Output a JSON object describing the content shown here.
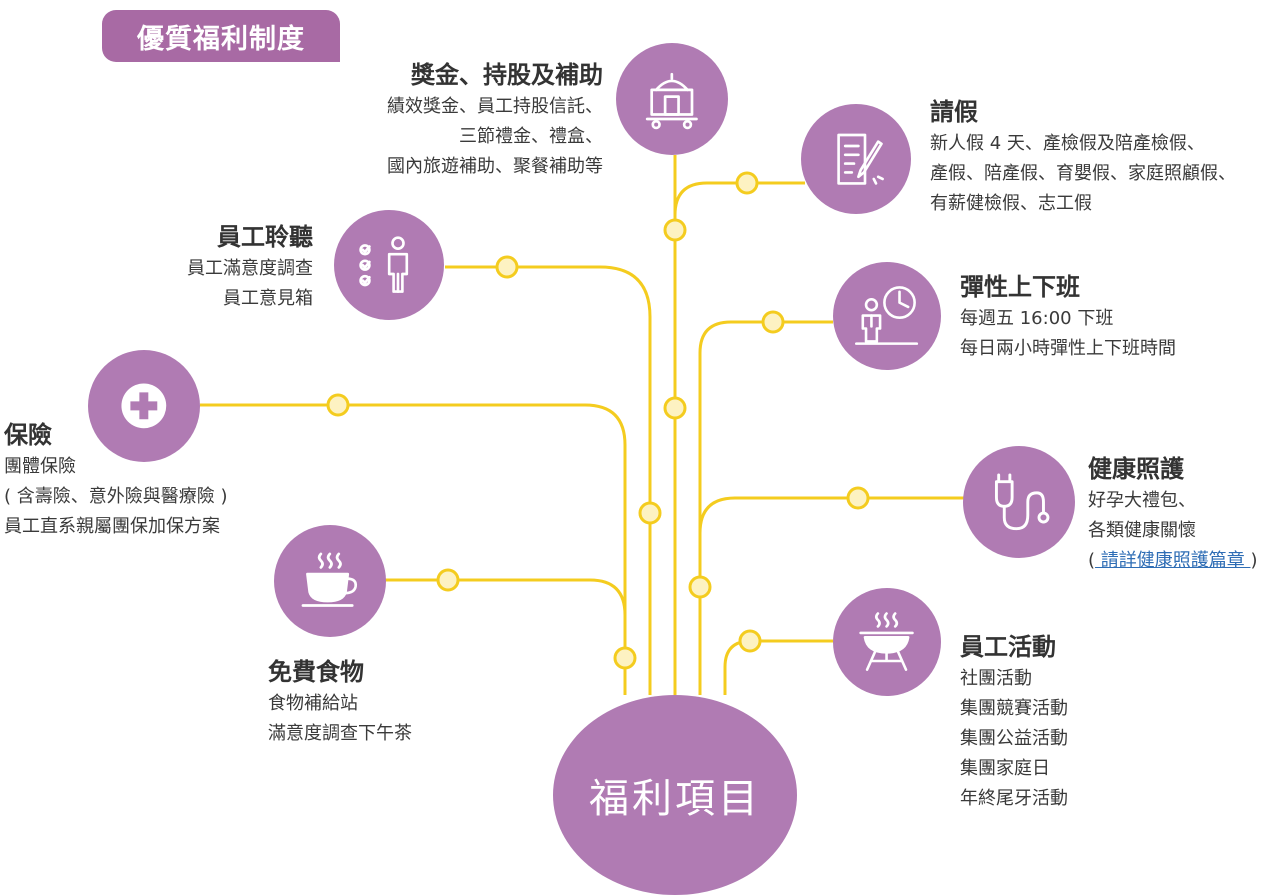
{
  "header": {
    "label": "優質福利制度"
  },
  "hub": {
    "label": "福利項目"
  },
  "colors": {
    "purple": "#b07bb3",
    "tab": "#a86aa4",
    "wire": "#f4cc1f",
    "dot_fill": "#fdf2c2"
  },
  "categories": [
    {
      "id": "bonus",
      "icon": "luggage-cart-icon",
      "title": "獎金、持股及補助",
      "lines": [
        "績效獎金、員工持股信託、",
        "三節禮金、禮盒、",
        "國內旅遊補助、聚餐補助等"
      ]
    },
    {
      "id": "leave",
      "icon": "document-pen-icon",
      "title": "請假",
      "lines": [
        "新人假 4 天、產檢假及陪產檢假、",
        "產假、陪產假、育嬰假、家庭照顧假、",
        "有薪健檢假、志工假"
      ]
    },
    {
      "id": "listen",
      "icon": "checklist-person-icon",
      "title": "員工聆聽",
      "lines": [
        "員工滿意度調查",
        "員工意見箱"
      ]
    },
    {
      "id": "flex",
      "icon": "clock-person-icon",
      "title": "彈性上下班",
      "lines": [
        "每週五 16:00 下班",
        "每日兩小時彈性上下班時間"
      ]
    },
    {
      "id": "insurance",
      "icon": "medical-cross-icon",
      "title": "保險",
      "lines": [
        "團體保險",
        "( 含壽險、意外險與醫療險 )",
        "員工直系親屬團保加保方案"
      ]
    },
    {
      "id": "health",
      "icon": "stethoscope-icon",
      "title": "健康照護",
      "lines": [
        "好孕大禮包、",
        "各類健康關懷"
      ],
      "link": {
        "open": "(",
        "text": " 請詳健康照護篇章 ",
        "close": ")"
      }
    },
    {
      "id": "food",
      "icon": "coffee-cup-icon",
      "title": "免費食物",
      "lines": [
        "食物補給站",
        "滿意度調查下午茶"
      ]
    },
    {
      "id": "activity",
      "icon": "bbq-grill-icon",
      "title": "員工活動",
      "lines": [
        "社團活動",
        "集團競賽活動",
        "集團公益活動",
        "集團家庭日",
        "年終尾牙活動"
      ]
    }
  ]
}
